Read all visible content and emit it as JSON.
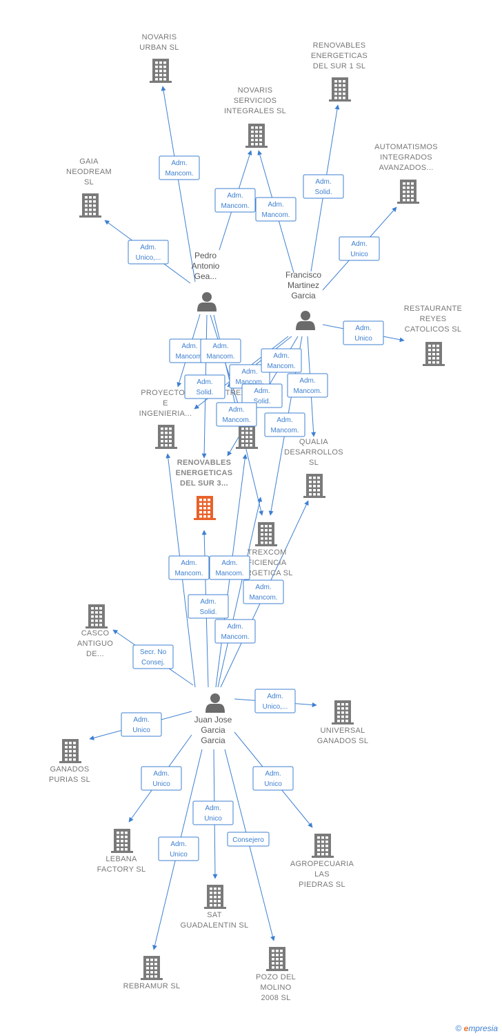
{
  "colors": {
    "edge": "#3d7fd1",
    "company": "#7a7a7a",
    "focus_company": "#e8622a",
    "person": "#6b6b6b"
  },
  "brand": {
    "copyright": "©",
    "e": "e",
    "rest": "mpresia"
  },
  "persons": [
    {
      "id": "pedro",
      "lines": [
        "Pedro",
        "Antonio",
        "Gea..."
      ]
    },
    {
      "id": "francisco",
      "lines": [
        "Francisco",
        "Martinez",
        "Garcia"
      ]
    },
    {
      "id": "juanjose",
      "lines": [
        "Juan Jose",
        "Garcia",
        "Garcia"
      ]
    }
  ],
  "companies": [
    {
      "id": "novaris_urban",
      "lines": [
        "NOVARIS",
        "URBAN  SL"
      ]
    },
    {
      "id": "renovables_sur1",
      "lines": [
        "RENOVABLES",
        "ENERGETICAS",
        "DEL SUR 1  SL"
      ]
    },
    {
      "id": "novaris_servicios",
      "lines": [
        "NOVARIS",
        "SERVICIOS",
        "INTEGRALES SL"
      ]
    },
    {
      "id": "automatismos",
      "lines": [
        "AUTOMATISMOS",
        "INTEGRADOS",
        "AVANZADOS..."
      ]
    },
    {
      "id": "gaia",
      "lines": [
        "GAIA",
        "NEODREAM",
        "SL"
      ]
    },
    {
      "id": "restaurante",
      "lines": [
        "RESTAURANTE",
        "REYES",
        "CATOLICOS SL"
      ]
    },
    {
      "id": "proyectos",
      "lines": [
        "PROYECTOS",
        "E",
        "INGENIERIA..."
      ]
    },
    {
      "id": "trex_a",
      "lines": [
        "TREX",
        "",
        ""
      ]
    },
    {
      "id": "renovables_sur3",
      "lines": [
        "RENOVABLES",
        "ENERGETICAS",
        "DEL SUR 3..."
      ],
      "focus": true
    },
    {
      "id": "qualia",
      "lines": [
        "QUALIA",
        "DESARROLLOS",
        "SL"
      ]
    },
    {
      "id": "trexcom",
      "lines": [
        "TREXCOM",
        "FICIENCIA",
        "ERGETICA SL"
      ]
    },
    {
      "id": "casco",
      "lines": [
        "CASCO",
        "ANTIGUO",
        "DE..."
      ]
    },
    {
      "id": "universal",
      "lines": [
        "UNIVERSAL",
        "GANADOS SL"
      ]
    },
    {
      "id": "ganados_purias",
      "lines": [
        "GANADOS",
        "PURIAS SL"
      ]
    },
    {
      "id": "lebana",
      "lines": [
        "LEBANA",
        "FACTORY  SL"
      ]
    },
    {
      "id": "agropecuaria",
      "lines": [
        "AGROPECUARIA",
        "LAS",
        "PIEDRAS  SL"
      ]
    },
    {
      "id": "sat",
      "lines": [
        "SAT",
        "GUADALENTIN SL"
      ]
    },
    {
      "id": "rebramur",
      "lines": [
        "REBRAMUR  SL"
      ]
    },
    {
      "id": "pozo",
      "lines": [
        "POZO DEL",
        "MOLINO",
        "2008 SL"
      ]
    }
  ],
  "edges": [
    {
      "from": "pedro",
      "to": "novaris_urban",
      "lines": [
        "Adm.",
        "Mancom."
      ]
    },
    {
      "from": "pedro",
      "to": "gaia",
      "lines": [
        "Adm.",
        "Unico,..."
      ]
    },
    {
      "from": "pedro",
      "to": "novaris_servicios",
      "lines": [
        "Adm.",
        "Mancom."
      ]
    },
    {
      "from": "francisco",
      "to": "novaris_servicios",
      "lines": [
        "Adm.",
        "Mancom."
      ]
    },
    {
      "from": "francisco",
      "to": "renovables_sur1",
      "lines": [
        "Adm.",
        "Solid."
      ]
    },
    {
      "from": "francisco",
      "to": "automatismos",
      "lines": [
        "Adm.",
        "Unico"
      ]
    },
    {
      "from": "francisco",
      "to": "restaurante",
      "lines": [
        "Adm.",
        "Unico"
      ]
    },
    {
      "from": "pedro",
      "to": "proyectos",
      "lines": [
        "Adm.",
        "Mancom."
      ]
    },
    {
      "from": "pedro",
      "to": "trex_a",
      "lines": [
        "Adm.",
        "Mancom."
      ]
    },
    {
      "from": "pedro",
      "to": "renovables_sur3",
      "lines": [
        "Adm.",
        "Solid."
      ]
    },
    {
      "from": "pedro",
      "to": "trexcom",
      "lines": [
        "Adm.",
        "Mancom."
      ]
    },
    {
      "from": "francisco",
      "to": "trex_a",
      "lines": [
        "Adm.",
        "Mancom."
      ]
    },
    {
      "from": "francisco",
      "to": "renovables_sur3",
      "lines": [
        "Adm.",
        "Solid."
      ]
    },
    {
      "from": "francisco",
      "to": "qualia",
      "lines": [
        "Adm.",
        "Mancom."
      ]
    },
    {
      "from": "francisco",
      "to": "trexcom",
      "lines": [
        "Adm.",
        "Mancom."
      ]
    },
    {
      "from": "francisco",
      "to": "proyectos",
      "lines": [
        "Adm.",
        "Mancom."
      ]
    },
    {
      "from": "juanjose",
      "to": "proyectos",
      "lines": [
        "Adm.",
        "Mancom."
      ]
    },
    {
      "from": "juanjose",
      "to": "trex_a",
      "lines": [
        "Adm.",
        "Mancom."
      ]
    },
    {
      "from": "juanjose",
      "to": "renovables_sur3",
      "lines": [
        "Adm.",
        "Solid."
      ]
    },
    {
      "from": "juanjose",
      "to": "trexcom",
      "lines": [
        "Adm.",
        "Mancom."
      ]
    },
    {
      "from": "juanjose",
      "to": "qualia",
      "lines": [
        "Adm.",
        "Mancom."
      ]
    },
    {
      "from": "juanjose",
      "to": "casco",
      "lines": [
        "Secr.  No",
        "Consej."
      ]
    },
    {
      "from": "juanjose",
      "to": "universal",
      "lines": [
        "Adm.",
        "Unico,..."
      ]
    },
    {
      "from": "juanjose",
      "to": "ganados_purias",
      "lines": [
        "Adm.",
        "Unico"
      ]
    },
    {
      "from": "juanjose",
      "to": "lebana",
      "lines": [
        "Adm.",
        "Unico"
      ]
    },
    {
      "from": "juanjose",
      "to": "agropecuaria",
      "lines": [
        "Adm.",
        "Unico"
      ]
    },
    {
      "from": "juanjose",
      "to": "sat",
      "lines": [
        "Adm.",
        "Unico"
      ]
    },
    {
      "from": "juanjose",
      "to": "rebramur",
      "lines": [
        "Adm.",
        "Unico"
      ]
    },
    {
      "from": "juanjose",
      "to": "pozo",
      "lines": [
        "Consejero"
      ]
    }
  ]
}
